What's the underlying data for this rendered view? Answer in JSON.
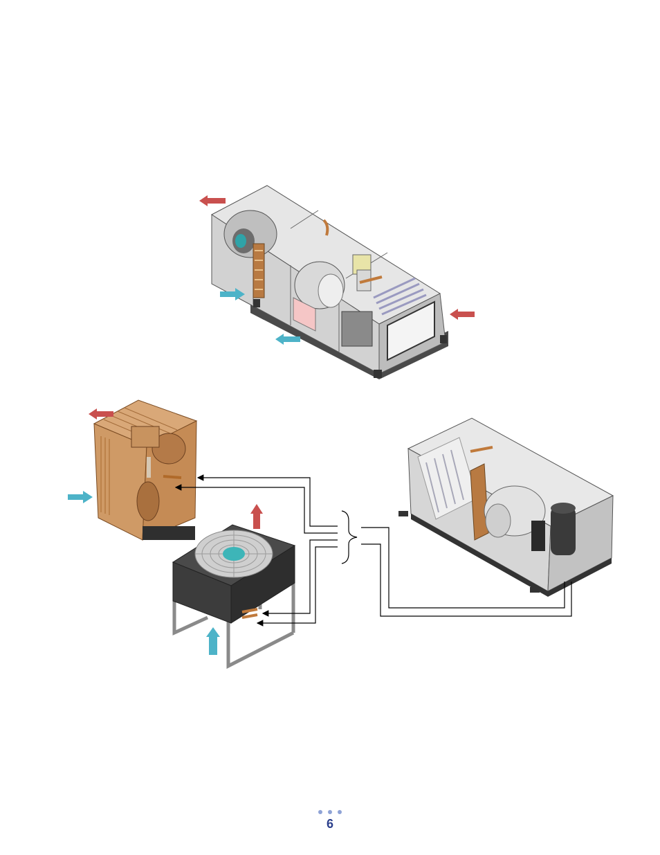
{
  "page": {
    "number": "6"
  },
  "colors": {
    "hot_air_arrow": "#c9504e",
    "cool_air_arrow": "#4db3c8",
    "copper_unit": "#c9935c",
    "steel_housing": "#c8c8c8",
    "dark_housing": "#3a3a3a",
    "page_number": "#2b3f8c",
    "footer_dots": "#8fa3d6"
  },
  "figure": {
    "units": [
      {
        "id": "ducted-unit-top",
        "icon": "hvac-ducted-unit-icon"
      },
      {
        "id": "condenser-copper-left",
        "icon": "copper-condenser-icon"
      },
      {
        "id": "outdoor-fan-condenser",
        "icon": "fan-condenser-icon"
      },
      {
        "id": "ducted-unit-right",
        "icon": "compressor-unit-icon"
      }
    ],
    "arrows": [
      {
        "id": "top-exhaust",
        "kind": "hot"
      },
      {
        "id": "top-intake-left",
        "kind": "cool"
      },
      {
        "id": "top-intake-right",
        "kind": "hot"
      },
      {
        "id": "top-supply",
        "kind": "cool"
      },
      {
        "id": "left-exhaust",
        "kind": "hot"
      },
      {
        "id": "left-intake",
        "kind": "cool"
      },
      {
        "id": "fan-exhaust",
        "kind": "hot"
      },
      {
        "id": "fan-intake",
        "kind": "cool"
      }
    ]
  }
}
